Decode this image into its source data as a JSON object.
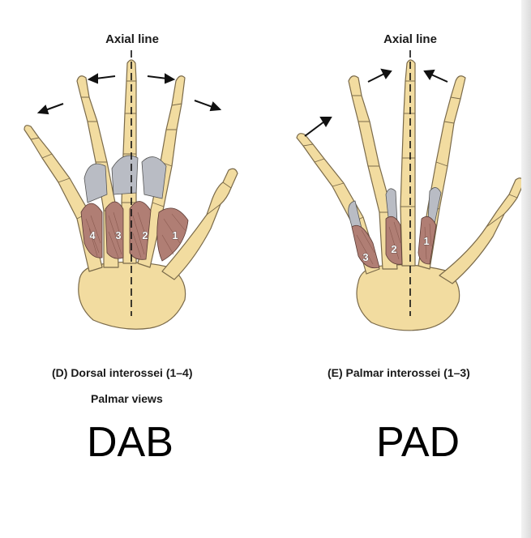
{
  "dorsal": {
    "axial_label": "Axial line",
    "caption": "(D) Dorsal interossei (1–4)",
    "subcaption": "Palmar views",
    "mnemonic": "DAB",
    "muscle_numbers": [
      "4",
      "3",
      "2",
      "1"
    ]
  },
  "palmar": {
    "axial_label": "Axial line",
    "caption": "(E) Palmar interossei (1–3)",
    "mnemonic": "PAD",
    "muscle_numbers": [
      "3",
      "2",
      "1"
    ]
  },
  "colors": {
    "bone": "#f2dca0",
    "bone_outline": "#7a6a4a",
    "muscle": "#b07e74",
    "tendon": "#b9bcc4",
    "arrow": "#111111"
  }
}
